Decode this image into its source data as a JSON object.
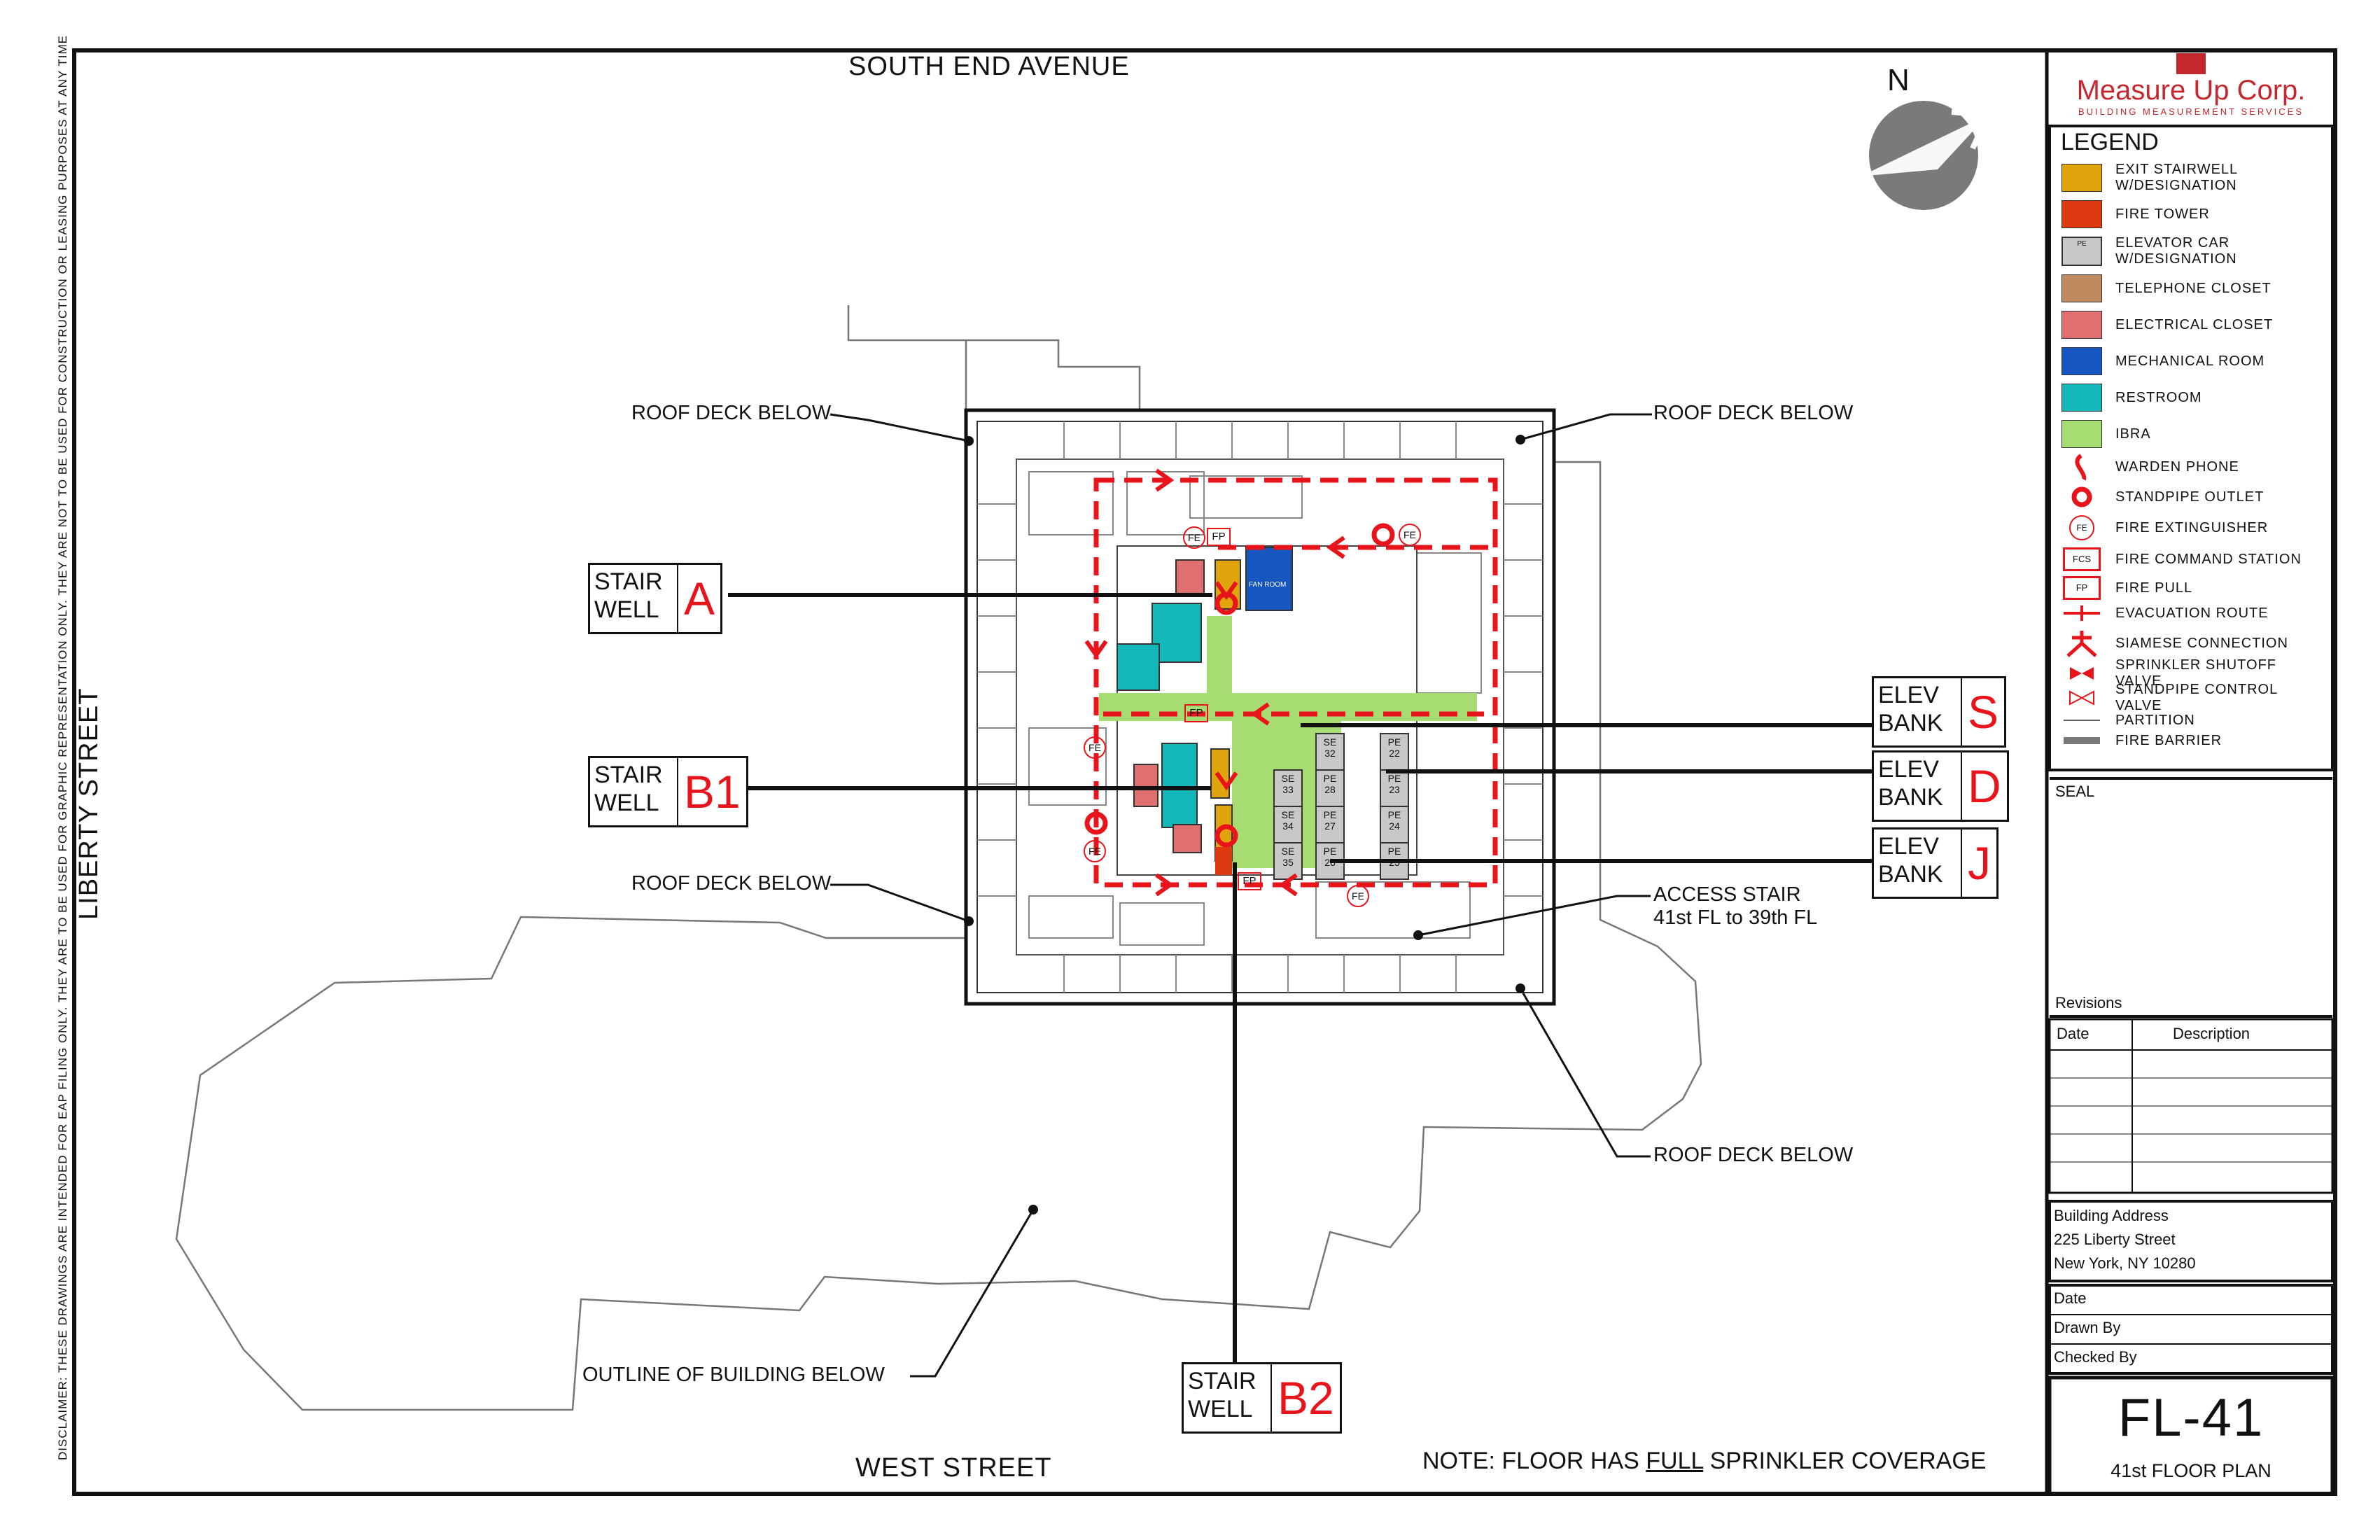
{
  "streets": {
    "north": "SOUTH END AVENUE",
    "south": "WEST STREET",
    "west": "LIBERTY STREET"
  },
  "compass": {
    "label": "N"
  },
  "callouts": {
    "roof_nw": "ROOF DECK BELOW",
    "roof_ne": "ROOF DECK BELOW",
    "roof_w": "ROOF DECK BELOW",
    "roof_se": "ROOF DECK BELOW",
    "access_stair_1": "ACCESS STAIR",
    "access_stair_2": "41st FL to 39th FL",
    "outline_below": "OUTLINE OF BUILDING BELOW"
  },
  "badges": {
    "stair_a": {
      "line1": "STAIR",
      "line2": "WELL",
      "code": "A"
    },
    "stair_b1": {
      "line1": "STAIR",
      "line2": "WELL",
      "code": "B1"
    },
    "stair_b2": {
      "line1": "STAIR",
      "line2": "WELL",
      "code": "B2"
    },
    "elev_s": {
      "line1": "ELEV",
      "line2": "BANK",
      "code": "S"
    },
    "elev_d": {
      "line1": "ELEV",
      "line2": "BANK",
      "code": "D"
    },
    "elev_j": {
      "line1": "ELEV",
      "line2": "BANK",
      "code": "J"
    }
  },
  "note": {
    "prefix": "NOTE: FLOOR HAS ",
    "emphasis": "FULL",
    "suffix": " SPRINKLER COVERAGE"
  },
  "disclaimer": "DISCLAIMER: THESE DRAWINGS ARE INTENDED FOR EAP FILING ONLY. THEY ARE TO BE USED FOR GRAPHIC REPRESENTATION ONLY. THEY ARE NOT TO BE USED FOR CONSTRUCTION OR LEASING PURPOSES AT ANY TIME",
  "plan_labels": {
    "fan_room": "FAN ROOM",
    "fe": "FE",
    "fp": "FP",
    "elevators": [
      {
        "bank": "SE",
        "num": "32"
      },
      {
        "bank": "PE",
        "num": "22"
      },
      {
        "bank": "SE",
        "num": "33"
      },
      {
        "bank": "PE",
        "num": "28"
      },
      {
        "bank": "PE",
        "num": "23"
      },
      {
        "bank": "SE",
        "num": "34"
      },
      {
        "bank": "PE",
        "num": "27"
      },
      {
        "bank": "PE",
        "num": "24"
      },
      {
        "bank": "SE",
        "num": "35"
      },
      {
        "bank": "PE",
        "num": "26"
      },
      {
        "bank": "PE",
        "num": "25"
      }
    ]
  },
  "company": {
    "name": "Measure Up Corp.",
    "tagline": "BUILDING MEASUREMENT SERVICES",
    "brand_color": "#c4272d"
  },
  "legend": {
    "title": "LEGEND",
    "items": [
      {
        "label": "EXIT STAIRWELL W/DESIGNATION",
        "icon": "swatch",
        "color": "#e0a40c"
      },
      {
        "label": "FIRE TOWER",
        "icon": "swatch",
        "color": "#dd3a11"
      },
      {
        "label": "ELEVATOR CAR W/DESIGNATION",
        "icon": "elevator-car",
        "color": "#c8c8c8",
        "mark": "PE"
      },
      {
        "label": "TELEPHONE CLOSET",
        "icon": "swatch",
        "color": "#bf8a5f"
      },
      {
        "label": "ELECTRICAL CLOSET",
        "icon": "swatch",
        "color": "#e07070"
      },
      {
        "label": "MECHANICAL ROOM",
        "icon": "swatch",
        "color": "#1556c0"
      },
      {
        "label": "RESTROOM",
        "icon": "swatch",
        "color": "#15b8b8"
      },
      {
        "label": "IBRA",
        "icon": "swatch",
        "color": "#a6dc72"
      },
      {
        "label": "WARDEN PHONE",
        "icon": "warden-phone"
      },
      {
        "label": "STANDPIPE OUTLET",
        "icon": "standpipe-outlet"
      },
      {
        "label": "FIRE EXTINGUISHER",
        "icon": "fire-extinguisher",
        "mark": "FE"
      },
      {
        "label": "FIRE COMMAND STATION",
        "icon": "fire-command-station",
        "mark": "FCS"
      },
      {
        "label": "FIRE PULL",
        "icon": "fire-pull",
        "mark": "FP"
      },
      {
        "label": "EVACUATION ROUTE",
        "icon": "evacuation-route"
      },
      {
        "label": "SIAMESE CONNECTION",
        "icon": "siamese-connection"
      },
      {
        "label": "SPRINKLER SHUTOFF VALVE",
        "icon": "sprinkler-shutoff-valve"
      },
      {
        "label": "STANDPIPE CONTROL VALVE",
        "icon": "standpipe-control-valve"
      },
      {
        "label": "PARTITION",
        "icon": "partition"
      },
      {
        "label": "FIRE BARRIER",
        "icon": "fire-barrier"
      }
    ]
  },
  "title_block": {
    "seal": "SEAL",
    "revisions": "Revisions",
    "rev_date": "Date",
    "rev_desc": "Description",
    "address_label": "Building Address",
    "address_line1": "225 Liberty Street",
    "address_line2": "New York, NY 10280",
    "date_label": "Date",
    "drawn_by_label": "Drawn By",
    "checked_by_label": "Checked By",
    "sheet_number": "FL-41",
    "sheet_title": "41st FLOOR PLAN"
  },
  "colors": {
    "evac_route": "#e8141b",
    "ibra": "#a6dc72",
    "stair": "#e0a40c",
    "fire_tower": "#dd3a11",
    "mechanical": "#1556c0",
    "restroom": "#15b8b8",
    "electrical": "#e07070",
    "elevator_car": "#c8c8c8"
  }
}
